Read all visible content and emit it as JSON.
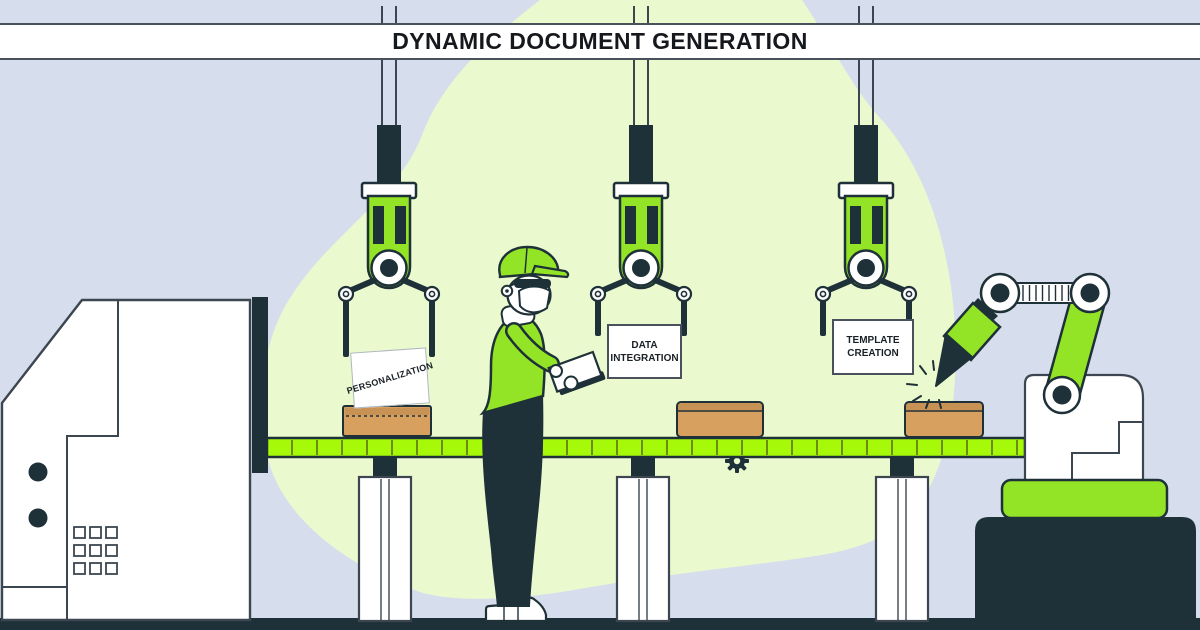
{
  "title": "DYNAMIC DOCUMENT GENERATION",
  "stations": [
    {
      "name": "personalization",
      "label_lines": [
        "PERSONALIZATION"
      ]
    },
    {
      "name": "data-integration",
      "label_lines": [
        "DATA",
        "INTEGRATION"
      ]
    },
    {
      "name": "template-creation",
      "label_lines": [
        "TEMPLATE",
        "CREATION"
      ]
    }
  ],
  "colors": {
    "background": "#D6DEED",
    "blob": "#EBF9CE",
    "green": "#93E426",
    "belt_green": "#A6F908",
    "dark": "#1F3138",
    "line": "#3C4650",
    "tan": "#D7A05F",
    "tan_dark": "#C89254",
    "belt_divider": "#6C8C17",
    "paper_border": "#AEB6BD",
    "card_border": "#49525B",
    "title_color": "#15181C"
  }
}
